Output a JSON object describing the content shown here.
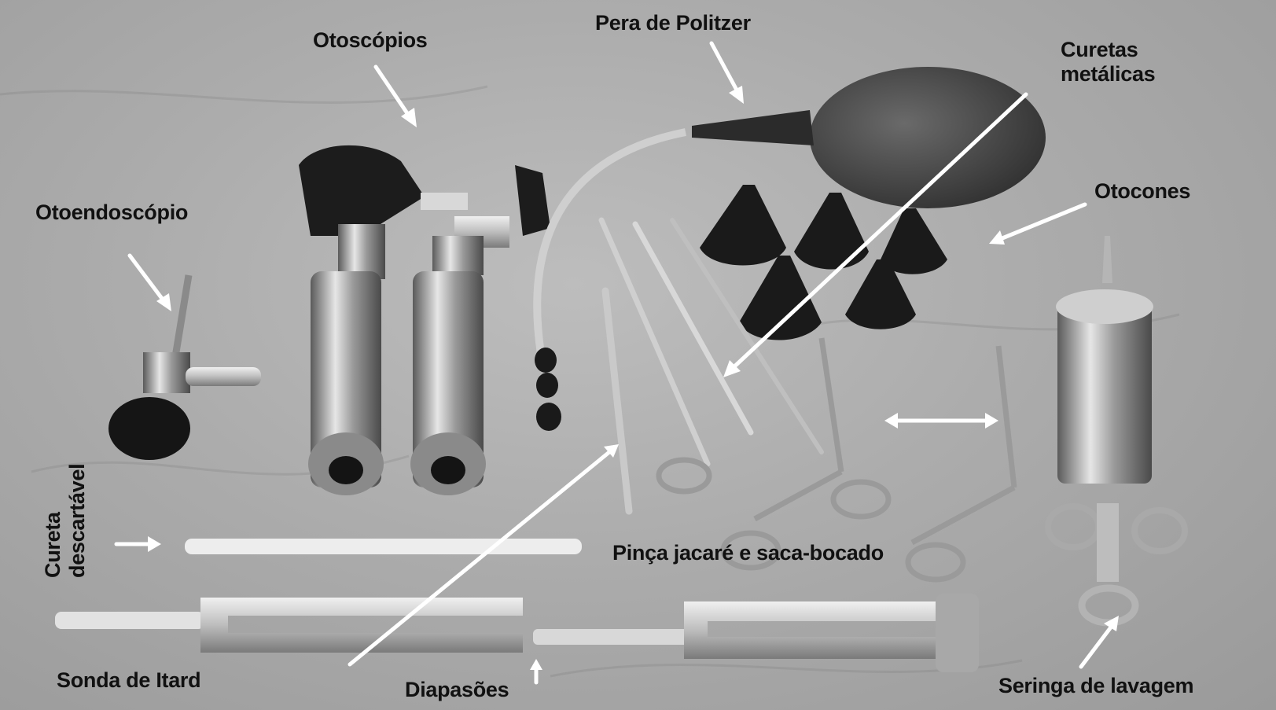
{
  "figure": {
    "labels": {
      "otoscopios": "Otoscópios",
      "pera_de_politzer": "Pera de Politzer",
      "curetas_metalicas_line1": "Curetas",
      "curetas_metalicas_line2": "metálicas",
      "otocones": "Otocones",
      "otoendoscopio": "Otoendoscópio",
      "cureta_descartavel_line1": "Cureta",
      "cureta_descartavel_line2": "descartável",
      "pinca_jacare": "Pinça jacaré e saca-bocado",
      "sonda_de_itard": "Sonda de Itard",
      "diapasoes": "Diapasões",
      "seringa_de_lavagem": "Seringa de lavagem"
    }
  }
}
